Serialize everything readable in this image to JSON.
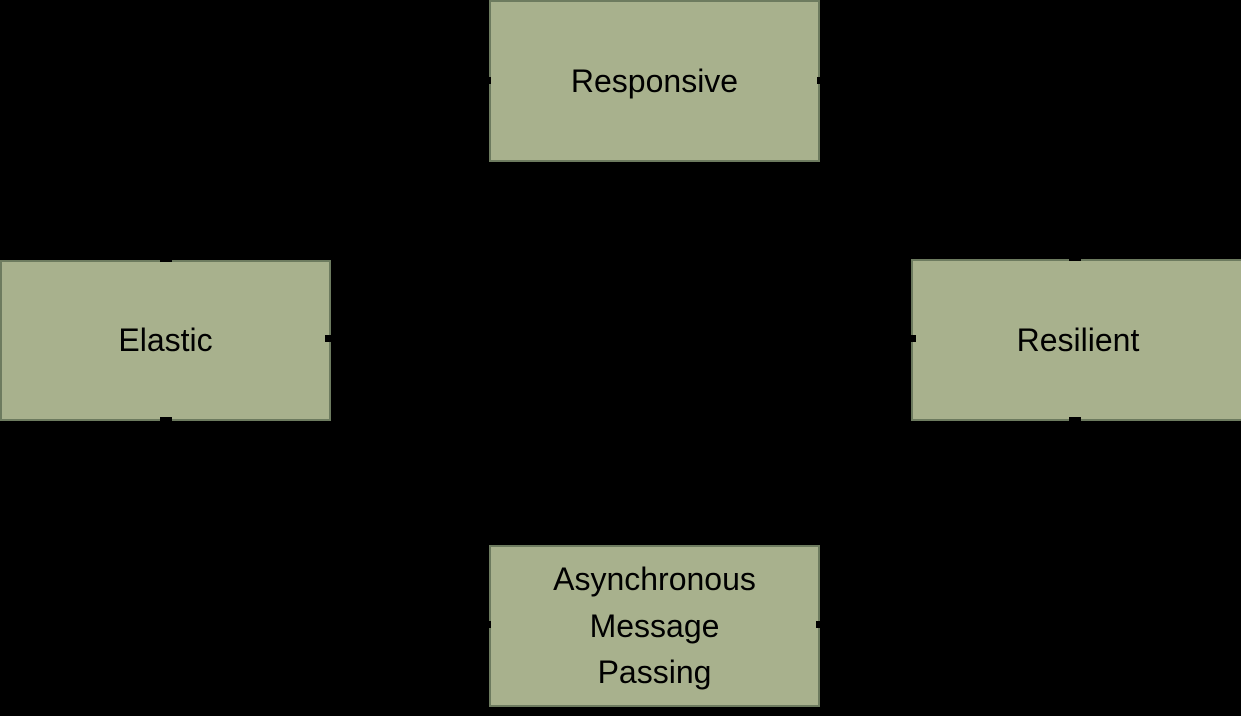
{
  "diagram": {
    "colors": {
      "background": "#000000",
      "node_fill": "#a8b18d",
      "node_border": "#6d7b5f",
      "text": "#000000"
    },
    "nodes": [
      {
        "id": "responsive",
        "label": "Responsive"
      },
      {
        "id": "elastic",
        "label": "Elastic"
      },
      {
        "id": "resilient",
        "label": "Resilient"
      },
      {
        "id": "asynchronous-message-passing",
        "label": "Asynchronous Message Passing",
        "lines": [
          "Asynchronous",
          "Message",
          "Passing"
        ]
      }
    ]
  }
}
